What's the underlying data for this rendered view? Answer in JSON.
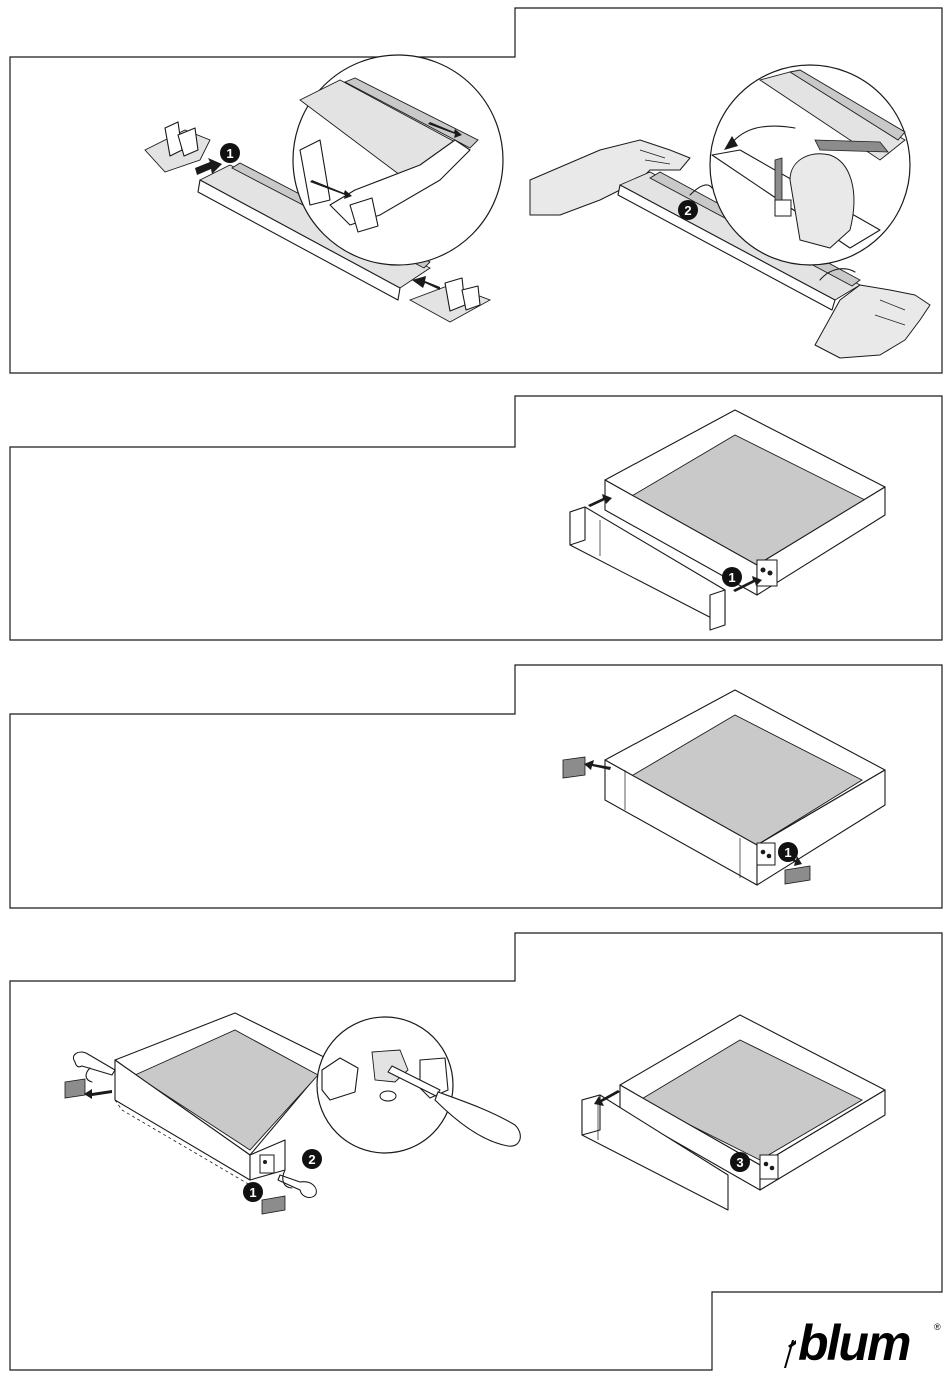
{
  "steps": {
    "panel1": {
      "badges": [
        "1",
        "2"
      ]
    },
    "panel2": {
      "badges": [
        "1"
      ]
    },
    "panel3": {
      "badges": [
        "1"
      ]
    },
    "panel4": {
      "badges": [
        "1",
        "2",
        "3"
      ]
    }
  },
  "brand": {
    "name": "blum",
    "registered": "®"
  },
  "colors": {
    "line": "#1a1a1a",
    "fill_grey": "#c9c9c9",
    "badge": "#111111"
  },
  "icons": [
    "arrow-icon",
    "rotate-arrow-icon",
    "magnifier-circle",
    "hand-icon",
    "screwdriver-icon"
  ]
}
